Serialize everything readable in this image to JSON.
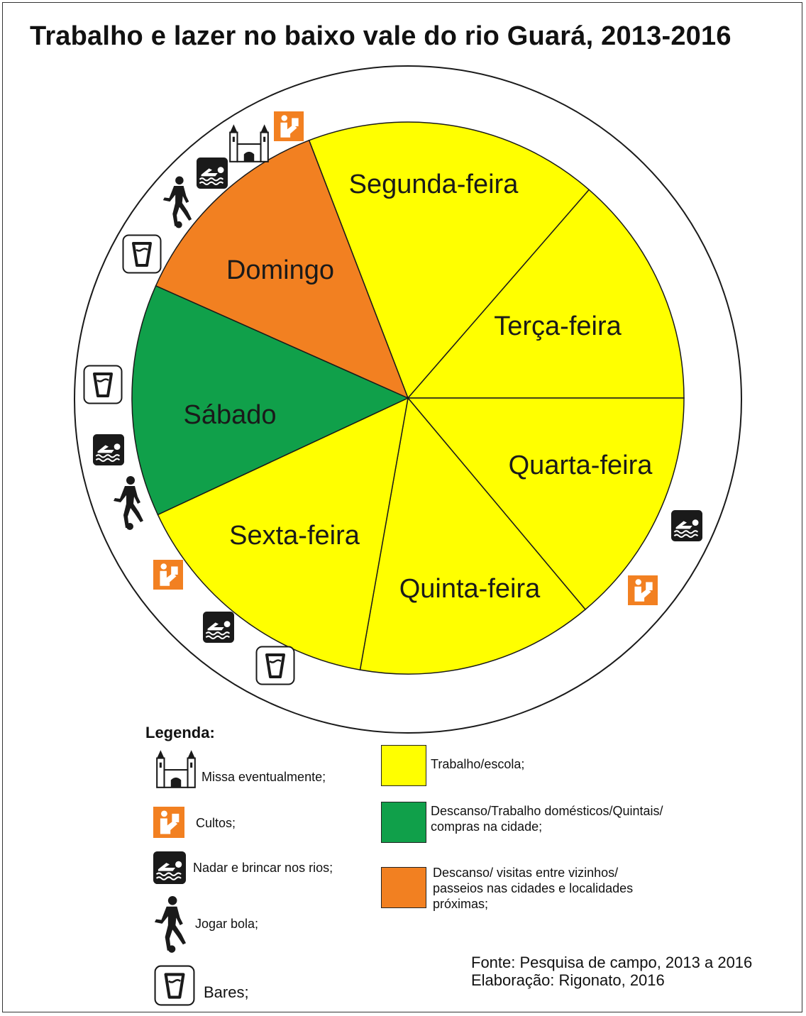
{
  "title": "Trabalho e lazer no baixo vale do rio Guará, 2013-2016",
  "colors": {
    "work": "#FFFF00",
    "rest_domestic": "#10A04A",
    "rest_visits": "#F28021",
    "icon_dark": "#1A1A1A",
    "icon_orange": "#F28021"
  },
  "days": [
    {
      "label": "Segunda-feira",
      "category": "work"
    },
    {
      "label": "Terça-feira",
      "category": "work"
    },
    {
      "label": "Quarta-feira",
      "category": "work"
    },
    {
      "label": "Quinta-feira",
      "category": "work"
    },
    {
      "label": "Sexta-feira",
      "category": "work"
    },
    {
      "label": "Sábado",
      "category": "rest_domestic"
    },
    {
      "label": "Domingo",
      "category": "rest_visits"
    }
  ],
  "legend": {
    "title": "Legenda:",
    "activities": [
      {
        "icon": "church-icon",
        "label": "Missa eventualmente;"
      },
      {
        "icon": "worship-icon",
        "label": "Cultos;"
      },
      {
        "icon": "swimming-icon",
        "label": "Nadar e brincar nos rios;"
      },
      {
        "icon": "soccer-player-icon",
        "label": "Jogar bola;"
      },
      {
        "icon": "glass-icon",
        "label": "Bares;"
      }
    ],
    "categories": [
      {
        "key": "work",
        "lines": [
          "Trabalho/escola;"
        ]
      },
      {
        "key": "rest_domestic",
        "lines": [
          "Descanso/Trabalho domésticos/Quintais/",
          "compras na cidade;"
        ]
      },
      {
        "key": "rest_visits",
        "lines": [
          "Descanso/ visitas entre vizinhos/",
          "passeios nas cidades e localidades",
          "próximas;"
        ]
      }
    ]
  },
  "source": {
    "line1": "Fonte: Pesquisa de campo, 2013 a 2016",
    "line2": "Elaboração: Rigonato, 2016"
  }
}
